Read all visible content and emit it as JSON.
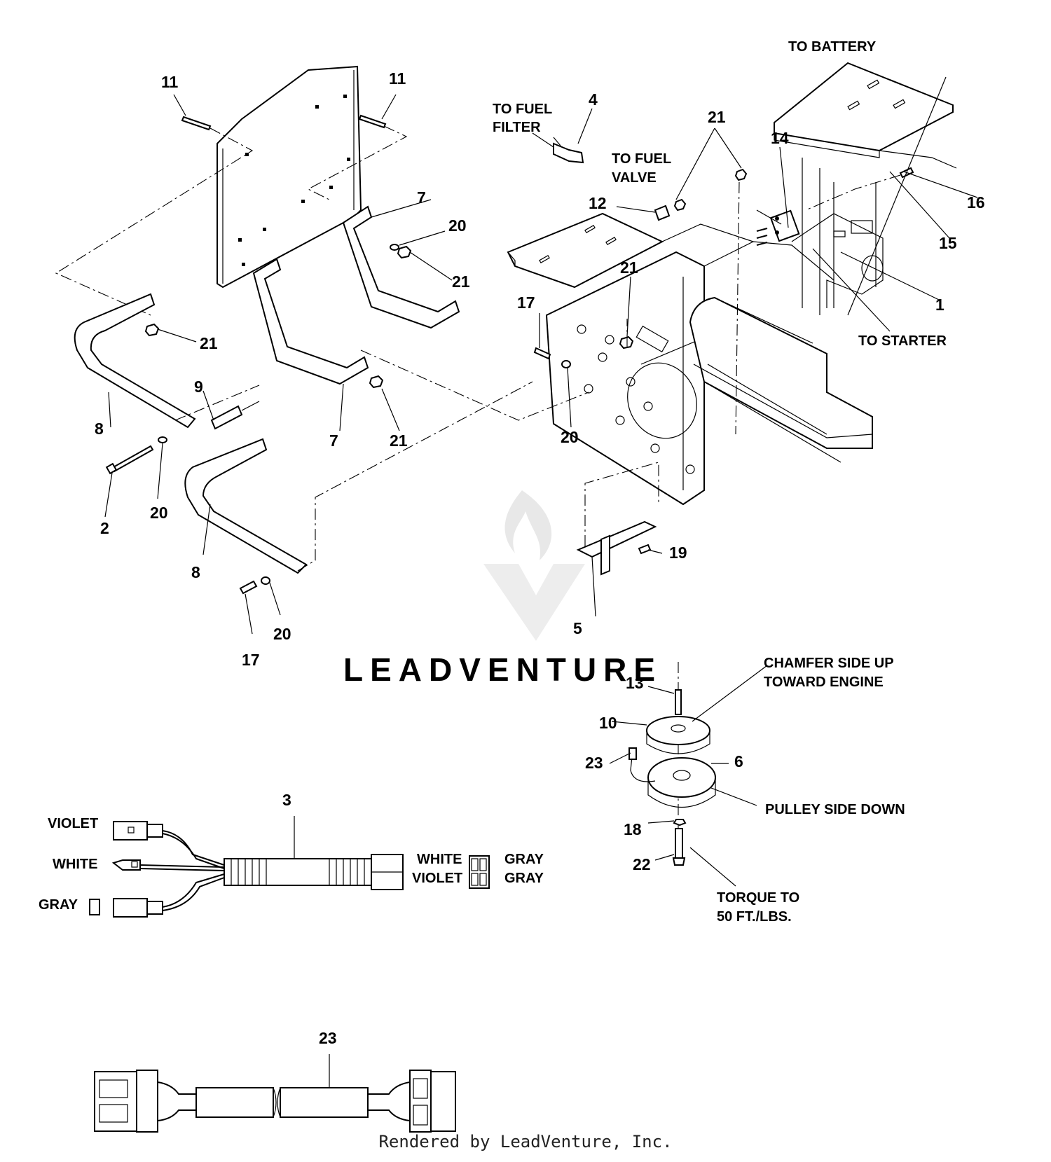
{
  "callouts": {
    "c11a": "11",
    "c11b": "11",
    "c4": "4",
    "c21a": "21",
    "c14": "14",
    "c7a": "7",
    "c20a": "20",
    "c21b": "21",
    "c12": "12",
    "c21c": "21",
    "c16": "16",
    "c15": "15",
    "c1": "1",
    "c21d": "21",
    "c9": "9",
    "c8a": "8",
    "c7b": "7",
    "c21e": "21",
    "c17a": "17",
    "c20b": "20",
    "c2": "2",
    "c20c": "20",
    "c8b": "8",
    "c19": "19",
    "c5": "5",
    "c17b": "17",
    "c20d": "20",
    "c13": "13",
    "c10": "10",
    "c23a": "23",
    "c6": "6",
    "c18": "18",
    "c22": "22",
    "c3": "3",
    "c23b": "23"
  },
  "notes": {
    "to_battery": "TO BATTERY",
    "to_fuel_filter_1": "TO FUEL",
    "to_fuel_filter_2": "FILTER",
    "to_fuel_valve_1": "TO FUEL",
    "to_fuel_valve_2": "VALVE",
    "to_starter": "TO STARTER",
    "chamfer_1": "CHAMFER SIDE UP",
    "chamfer_2": "TOWARD ENGINE",
    "pulley_side_down": "PULLEY SIDE DOWN",
    "torque_1": "TORQUE TO",
    "torque_2": "50 FT./LBS."
  },
  "wires": {
    "violet_left": "VIOLET",
    "white_left": "WHITE",
    "gray_left": "GRAY",
    "white_right": "WHITE",
    "violet_right": "VIOLET",
    "gray_right_1": "GRAY",
    "gray_right_2": "GRAY"
  },
  "watermark": {
    "brand": "LEADVENTURE"
  },
  "footer": {
    "rendered_by": "Rendered by LeadVenture, Inc."
  }
}
